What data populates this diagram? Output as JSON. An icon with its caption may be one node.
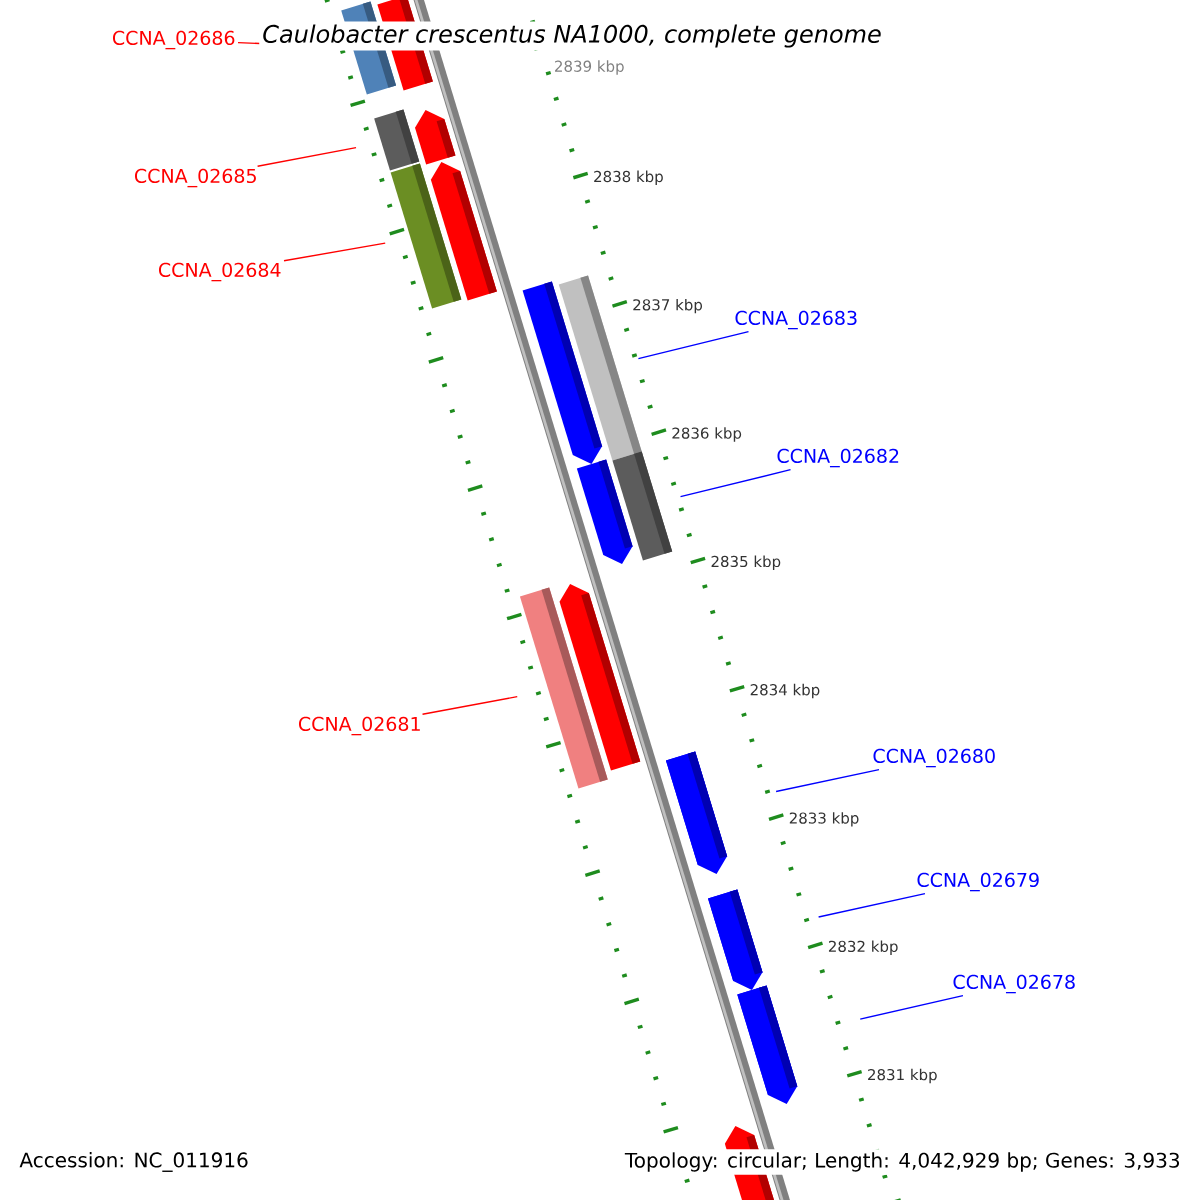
{
  "diagram": {
    "title": "Caulobacter crescentus NA1000, complete genome",
    "nodes": [
      {
        "text": [
          "CCNA_02686"
        ]
      },
      {
        "text": [
          "CCNA_02685"
        ]
      },
      {
        "text": [
          "CCNA_02684"
        ]
      },
      {
        "text": [
          "CCNA_02683"
        ]
      },
      {
        "text": [
          "CCNA_02682"
        ]
      },
      {
        "text": [
          "CCNA_02681"
        ]
      },
      {
        "text": [
          "CCNA_02680"
        ]
      },
      {
        "text": [
          "CCNA_02679"
        ]
      },
      {
        "text": [
          "CCNA_02678"
        ]
      },
      {
        "text": [],
        "shape": "bar"
      },
      {
        "text": [],
        "shape": "bar"
      },
      {
        "text": [],
        "shape": "bar"
      },
      {
        "text": [],
        "shape": "bar"
      },
      {
        "text": [],
        "shape": "bar"
      },
      {
        "text": [],
        "shape": "bar"
      },
      {
        "text": [],
        "shape": "bar"
      },
      {
        "text": [],
        "shape": "bar"
      },
      {
        "text": [],
        "shape": "bar"
      }
    ],
    "edges": [
      {
        "from": 0,
        "to": 9,
        "arrow": "none",
        "color": "#ff0000"
      },
      {
        "from": 1,
        "to": 10,
        "arrow": "none",
        "color": "#ff0000"
      },
      {
        "from": 2,
        "to": 11,
        "arrow": "none",
        "color": "#ff0000"
      },
      {
        "from": 3,
        "to": 12,
        "arrow": "none"
      },
      {
        "from": 4,
        "to": 13,
        "arrow": "none"
      },
      {
        "from": 5,
        "to": 14,
        "arrow": "none",
        "color": "#ff0000"
      },
      {
        "from": 6,
        "to": 15,
        "arrow": "none"
      },
      {
        "from": 7,
        "to": 16,
        "arrow": "none"
      },
      {
        "from": 8,
        "to": 17,
        "arrow": "none"
      }
    ],
    "labels": [
      "2839 kbp",
      "2838 kbp",
      "2837 kbp",
      "2836 kbp",
      "2835 kbp",
      "2834 kbp",
      "2833 kbp",
      "2832 kbp",
      "2831 kbp",
      "Accession: NC_011916",
      "Topology: circular; Length: 4,042,929 bp; Genes: 3,933"
    ]
  }
}
